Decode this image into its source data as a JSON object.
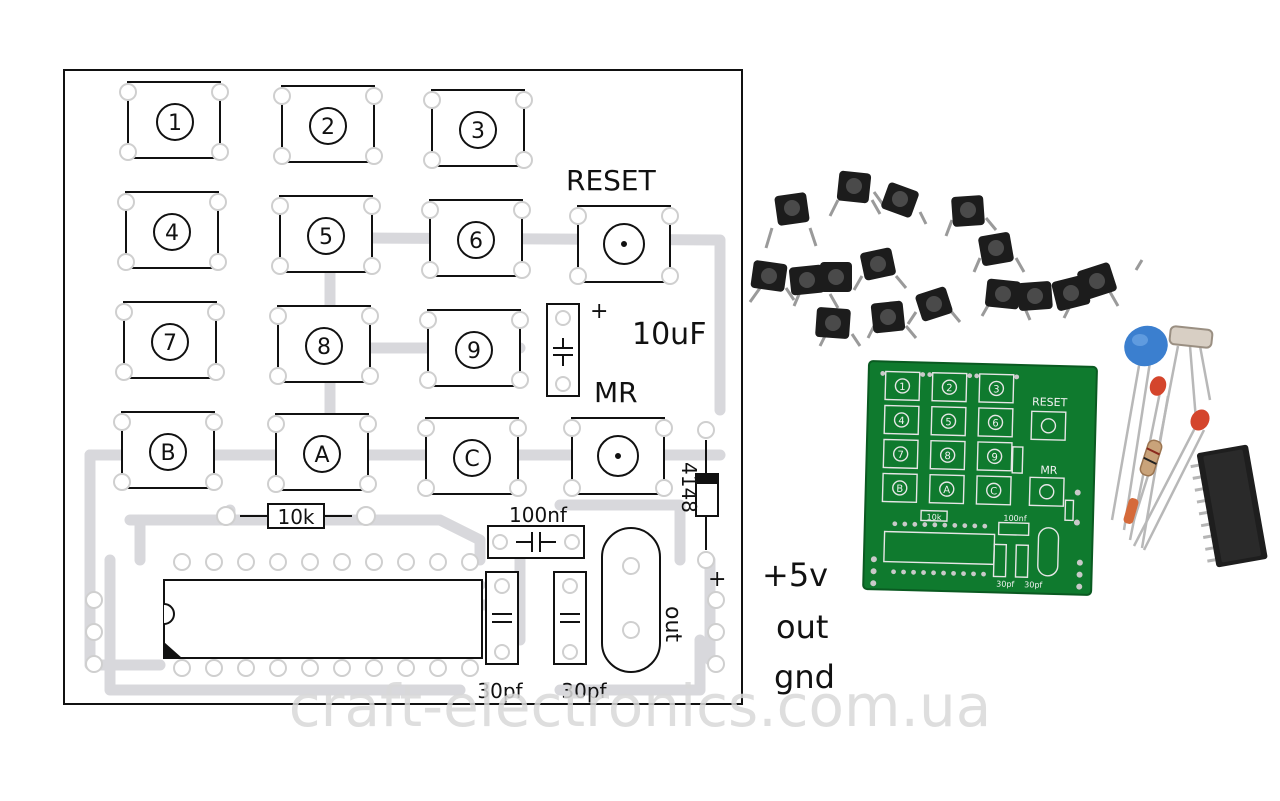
{
  "layout": {
    "keys": [
      "1",
      "2",
      "3",
      "4",
      "5",
      "6",
      "7",
      "8",
      "9",
      "B",
      "A",
      "C"
    ],
    "reset": "RESET",
    "mr": "MR",
    "cap_10uf": "10uF",
    "resistor": "10k",
    "cap_100nf": "100nf",
    "cap_30pf_left": "30pf",
    "cap_30pf_right": "30pf",
    "diode": "4148",
    "plus_cap": "+",
    "plus_out": "+",
    "out_rotated": "out"
  },
  "outputs": {
    "vcc": "+5v",
    "out": "out",
    "gnd": "gnd"
  },
  "pcb": {
    "keys": [
      "1",
      "2",
      "3",
      "4",
      "5",
      "6",
      "7",
      "8",
      "9",
      "B",
      "A",
      "C"
    ],
    "reset": "RESET",
    "mr": "MR",
    "resistor": "10k",
    "cap_100nf": "100nf",
    "cap_30pf": "30pf",
    "cap_30pf_b": "30pf"
  },
  "watermark": "craft-electronics.com.ua",
  "colors": {
    "pcb_green": "#0f7a2e",
    "trace_gray": "#d8d8dc",
    "capacitor_blue": "#3b7fcf",
    "capacitor_orange": "#d4452c"
  }
}
